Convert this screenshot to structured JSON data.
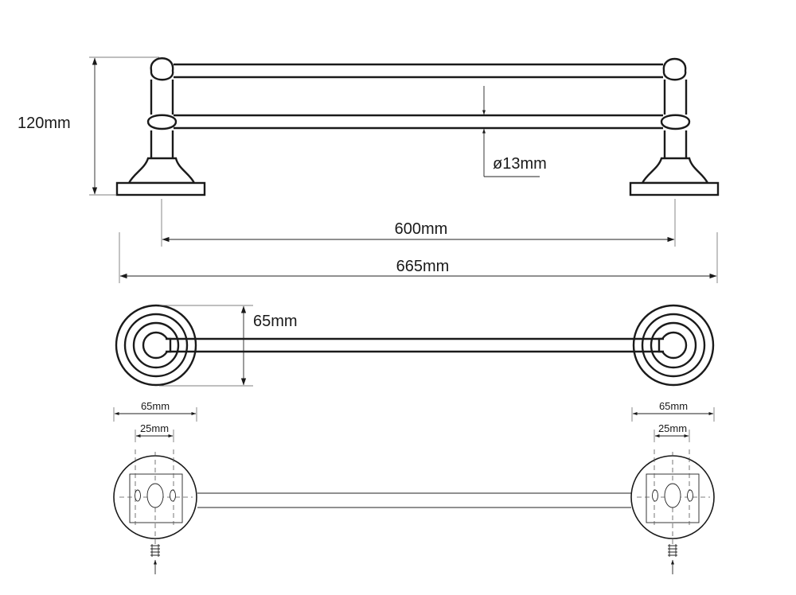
{
  "dimensions": {
    "height": "120mm",
    "tube_diameter": "ø13mm",
    "center_distance": "600mm",
    "overall_length": "665mm",
    "depth": "65mm",
    "plate_left": "65mm",
    "holes_left": "25mm",
    "plate_right": "65mm",
    "holes_right": "25mm"
  }
}
